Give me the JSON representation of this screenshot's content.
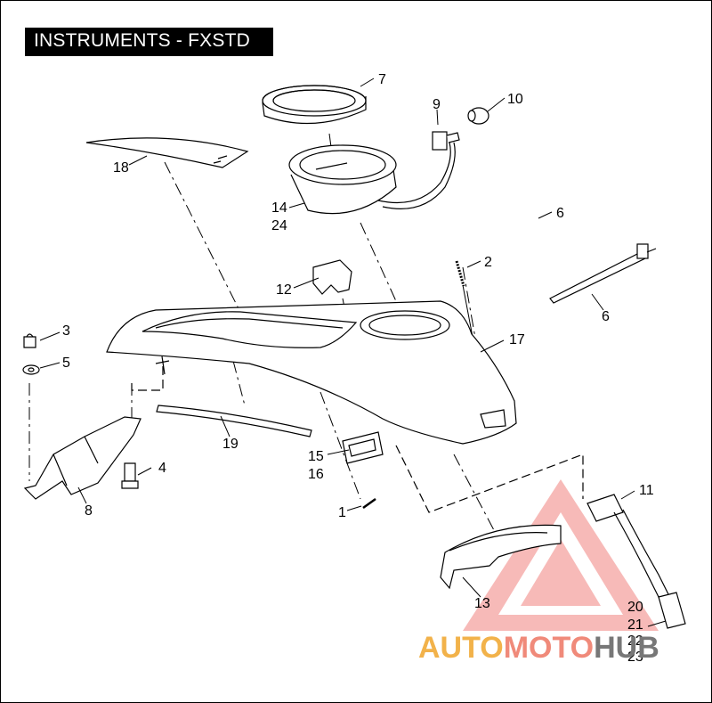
{
  "title": "INSTRUMENTS - FXSTD",
  "callouts": [
    "1",
    "2",
    "3",
    "4",
    "5",
    "6",
    "6",
    "7",
    "8",
    "9",
    "10",
    "11",
    "12",
    "13",
    "14",
    "24",
    "15",
    "16",
    "17",
    "18",
    "19",
    "20",
    "21",
    "22",
    "23"
  ],
  "watermark": {
    "part1": "AUTO",
    "part2": "MOTO",
    "part3": "HUB",
    "color1": "#f2b24a",
    "color2": "#f08a7a",
    "color3": "#777777"
  }
}
